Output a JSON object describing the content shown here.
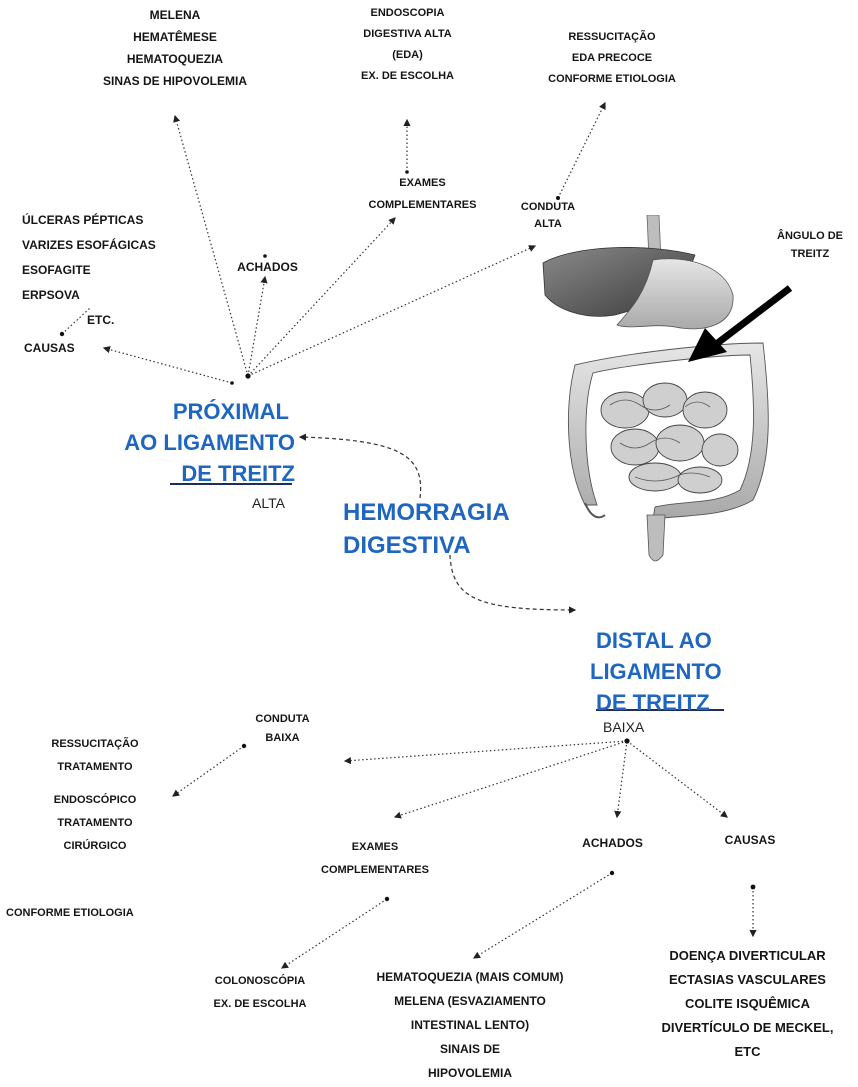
{
  "center": {
    "title": "HEMORRAGIA DIGESTIVA",
    "lines": [
      "HEMORRAGIA",
      "DIGESTIVA"
    ]
  },
  "upper": {
    "title_lines": [
      "PRÓXIMAL",
      "AO LIGAMENTO",
      "DE TREITZ"
    ],
    "type": "ALTA",
    "causas": {
      "label": "CAUSAS",
      "items": [
        "ÚLCERAS PÉPTICAS",
        "VARIZES ESOFÁGICAS",
        "ESOFAGITE",
        "ERPSOVA",
        "ETC."
      ]
    },
    "achados": {
      "label": "ACHADOS",
      "items": [
        "MELENA",
        "HEMATÊMESE",
        "HEMATOQUEZIA",
        "SINAS DE HIPOVOLEMIA"
      ]
    },
    "exames": {
      "label_lines": [
        "EXAMES",
        "COMPLEMENTARES"
      ],
      "items": [
        "ENDOSCOPIA",
        "DIGESTIVA ALTA",
        "(EDA)",
        "EX. DE ESCOLHA"
      ]
    },
    "conduta": {
      "label_lines": [
        "CONDUTA",
        "ALTA"
      ],
      "items": [
        "RESSUCITAÇÃO",
        "EDA PRECOCE",
        "CONFORME ETIOLOGIA"
      ]
    }
  },
  "anatomy": {
    "angle_label_lines": [
      "ÂNGULO DE",
      "TREITZ"
    ]
  },
  "lower": {
    "title_lines": [
      "DISTAL AO",
      "LIGAMENTO",
      "DE TREITZ"
    ],
    "type": "BAIXA",
    "conduta": {
      "label_lines": [
        "CONDUTA",
        "BAIXA"
      ],
      "items": [
        "RESSUCITAÇÃO",
        "TRATAMENTO",
        "ENDOSCÓPICO",
        "TRATAMENTO",
        "CIRÚRGICO",
        "CONFORME ETIOLOGIA"
      ]
    },
    "exames": {
      "label_lines": [
        "EXAMES",
        "COMPLEMENTARES"
      ],
      "items": [
        "COLONOSCÓPIA",
        "EX. DE ESCOLHA"
      ]
    },
    "achados": {
      "label": "ACHADOS",
      "items": [
        "HEMATOQUEZIA (MAIS COMUM)",
        "MELENA (ESVAZIAMENTO",
        "INTESTINAL LENTO)",
        "SINAIS DE",
        "HIPOVOLEMIA"
      ]
    },
    "causas": {
      "label": "CAUSAS",
      "items": [
        "DOENÇA DIVERTICULAR",
        "ECTASIAS VASCULARES",
        "COLITE ISQUÊMICA",
        "DIVERTÍCULO DE MECKEL,",
        "ETC"
      ]
    }
  }
}
